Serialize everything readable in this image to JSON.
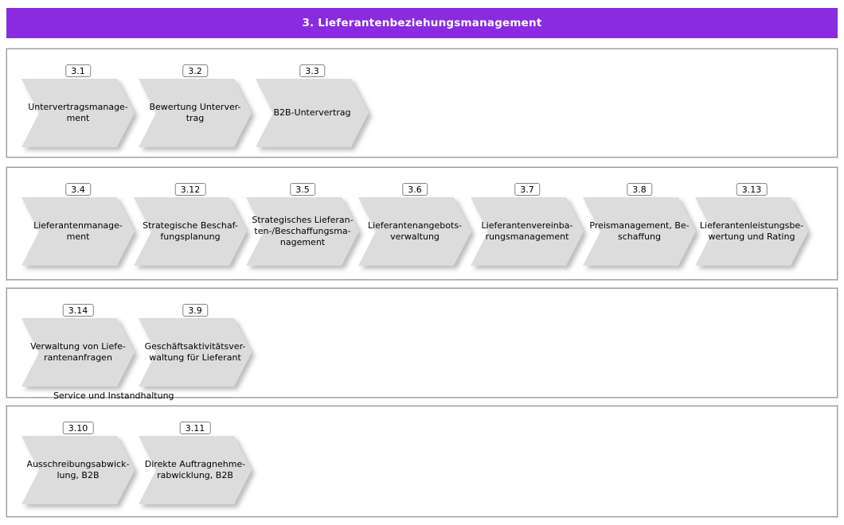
{
  "header": {
    "title": "3. Lieferantenbeziehungsmanagement",
    "bg_color": "#8a2be2",
    "text_color": "#ffffff"
  },
  "colors": {
    "chevron_fill": "#dcdcdc",
    "box_border": "#9b9b9b",
    "badge_border": "#848484"
  },
  "rows": [
    {
      "steps": [
        {
          "number": "3.1",
          "label": "Untervertragsmanage-\nment"
        },
        {
          "number": "3.2",
          "label": "Bewertung Unterver-\ntrag"
        },
        {
          "number": "3.3",
          "label": "B2B-Untervertrag"
        }
      ]
    },
    {
      "steps": [
        {
          "number": "3.4",
          "label": "Lieferantenmanage-\nment"
        },
        {
          "number": "3.12",
          "label": "Strategische Beschaf-\nfungsplanung"
        },
        {
          "number": "3.5",
          "label": "Strategisches Lieferan-\nten-/Beschaffungsma-\nnagement"
        },
        {
          "number": "3.6",
          "label": "Lieferantenangebots-\nverwaltung"
        },
        {
          "number": "3.7",
          "label": "Lieferantenvereinba-\nrungsmanagement"
        },
        {
          "number": "3.8",
          "label": "Preismanagement, Be-\nschaffung"
        },
        {
          "number": "3.13",
          "label": "Lieferantenleistungsbe-\nwertung und Rating"
        }
      ]
    },
    {
      "footer_label": "Service und Instandhaltung",
      "steps": [
        {
          "number": "3.14",
          "label": "Verwaltung von Liefe-\nrantenanfragen"
        },
        {
          "number": "3.9",
          "label": "Geschäftsaktivitätsver-\nwaltung für Lieferant"
        }
      ]
    },
    {
      "steps": [
        {
          "number": "3.10",
          "label": "Ausschreibungsabwick-\nlung, B2B"
        },
        {
          "number": "3.11",
          "label": "Direkte Auftragnehme-\nrabwicklung, B2B"
        }
      ]
    }
  ]
}
